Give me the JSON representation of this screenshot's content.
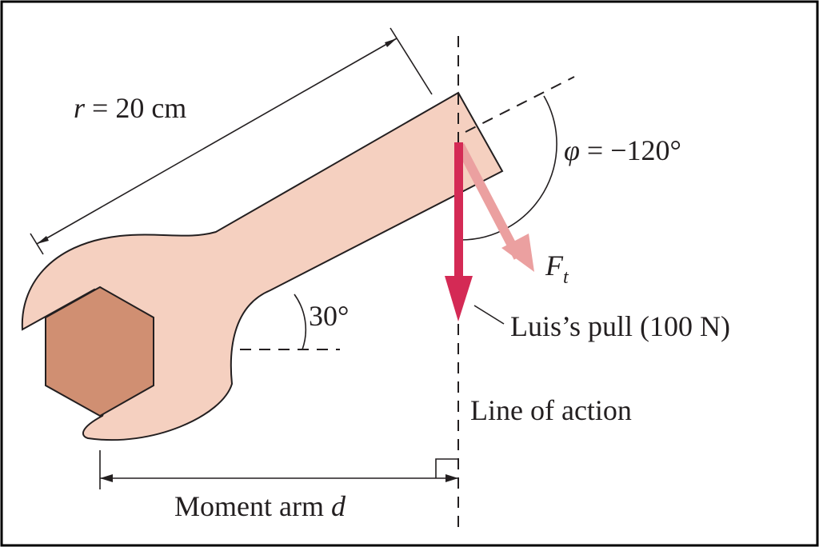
{
  "labels": {
    "radius_var": "r",
    "radius_rest": " = 20 cm",
    "phi_var": "φ",
    "phi_rest": " = −120°",
    "force_var": "F",
    "force_sub": "t",
    "angle": "30°",
    "pull": "Luis’s pull (100 N)",
    "line_of_action": "Line of action",
    "moment_arm_text": "Moment arm ",
    "moment_arm_var": "d"
  },
  "colors": {
    "wrench_fill": "#f5d0c0",
    "nut_fill": "#d08f72",
    "outline": "#231f20",
    "pull_arrow": "#d42a55",
    "tangential_arrow": "#eba0a0",
    "frame_border": "#000000"
  }
}
